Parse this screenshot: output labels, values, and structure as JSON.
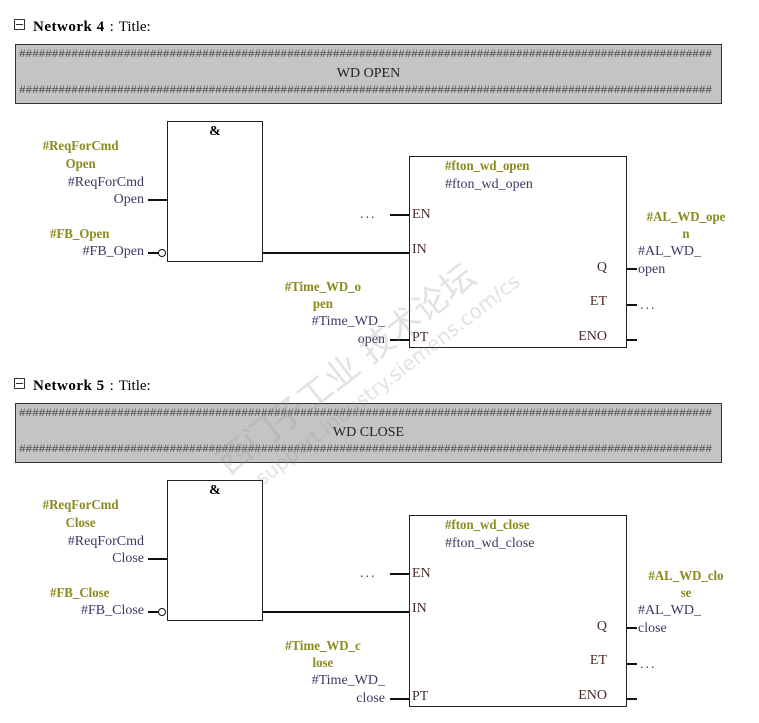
{
  "colors": {
    "symbol": "#8b8a1c",
    "operand": "#3a3a66",
    "comment_bg": "#c4c4c4"
  },
  "networks": [
    {
      "number": "Network 4",
      "title_sep": ":",
      "title": "Title:",
      "hash_line": "##########################################################################################################",
      "comment": "WD OPEN",
      "and_gate": {
        "label": "&",
        "in1": {
          "symbol1": "#ReqForCmd",
          "symbol2": "Open",
          "operand1": "#ReqForCmd",
          "operand2": "Open"
        },
        "in2": {
          "symbol1": "#FB_Open",
          "operand1": "#FB_Open",
          "negated": true
        }
      },
      "timer": {
        "symbol": "#fton_wd_open",
        "instance": "#fton_wd_open",
        "pins": {
          "en": "EN",
          "in": "IN",
          "pt": "PT",
          "q": "Q",
          "et": "ET",
          "eno": "ENO"
        },
        "en_value": "...",
        "pt": {
          "symbol1": "#Time_WD_o",
          "symbol2": "pen",
          "operand1": "#Time_WD_",
          "operand2": "open"
        },
        "q": {
          "symbol1": "#AL_WD_ope",
          "symbol2": "n",
          "operand1": "#AL_WD_",
          "operand2": "open"
        },
        "et_value": "..."
      }
    },
    {
      "number": "Network 5",
      "title_sep": ":",
      "title": "Title:",
      "hash_line": "##########################################################################################################",
      "comment": "WD CLOSE",
      "and_gate": {
        "label": "&",
        "in1": {
          "symbol1": "#ReqForCmd",
          "symbol2": "Close",
          "operand1": "#ReqForCmd",
          "operand2": "Close"
        },
        "in2": {
          "symbol1": "#FB_Close",
          "operand1": "#FB_Close",
          "negated": true
        }
      },
      "timer": {
        "symbol": "#fton_wd_close",
        "instance": "#fton_wd_close",
        "pins": {
          "en": "EN",
          "in": "IN",
          "pt": "PT",
          "q": "Q",
          "et": "ET",
          "eno": "ENO"
        },
        "en_value": "...",
        "pt": {
          "symbol1": "#Time_WD_c",
          "symbol2": "lose",
          "operand1": "#Time_WD_",
          "operand2": "close"
        },
        "q": {
          "symbol1": "#AL_WD_clo",
          "symbol2": "se",
          "operand1": "#AL_WD_",
          "operand2": "close"
        },
        "et_value": "..."
      }
    }
  ],
  "watermark": {
    "line1": "西门子工业 技术论坛",
    "line2": "support.industry.siemens.com/cs"
  }
}
